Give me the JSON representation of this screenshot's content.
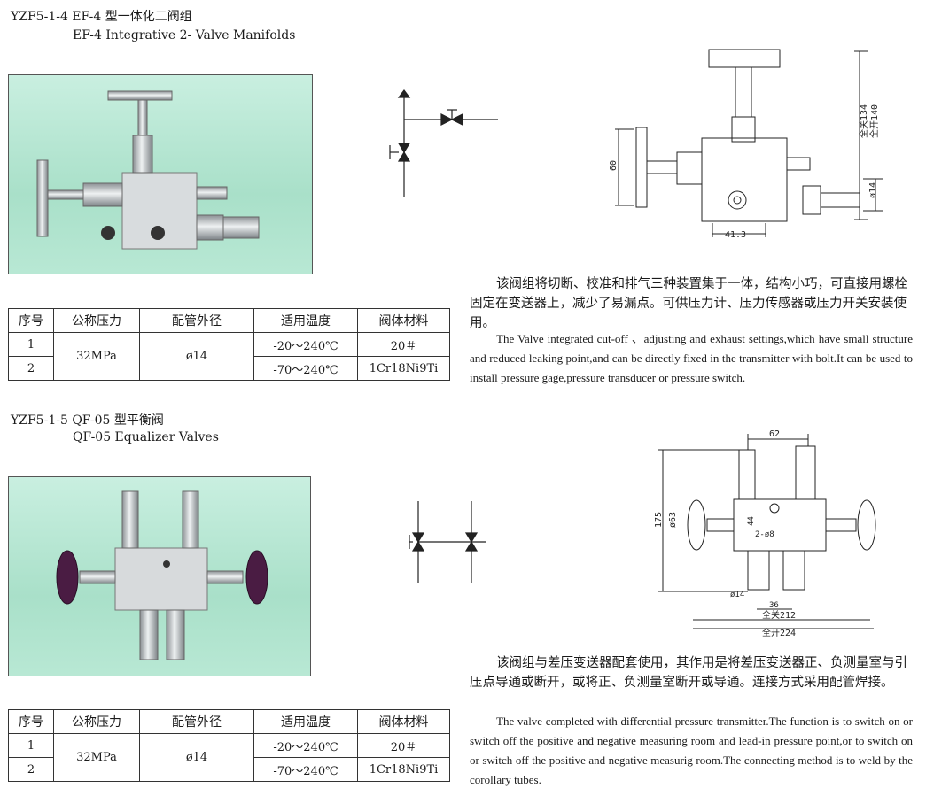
{
  "section1": {
    "title_cn": "YZF5-1-4 EF-4 型一体化二阀组",
    "title_en": "EF-4 Integrative 2- Valve Manifolds",
    "table": {
      "headers": [
        "序号",
        "公称压力",
        "配管外径",
        "适用温度",
        "阀体材料"
      ],
      "rows": [
        {
          "no": "1",
          "temp": "-20～240℃",
          "material": "20＃"
        },
        {
          "no": "2",
          "temp": "-70～240℃",
          "material": "1Cr18Ni9Ti"
        }
      ],
      "pressure": "32MPa",
      "pipe_od": "ø14"
    },
    "drawing": {
      "dim_60": "60",
      "dim_134": "全关134",
      "dim_140": "全开140",
      "dim_d14": "ø14",
      "dim_41_3": "41.3"
    },
    "desc_cn": "该阀组将切断、校准和排气三种装置集于一体，结构小巧，可直接用螺栓固定在变送器上，减少了易漏点。可供压力计、压力传感器或压力开关安装使用。",
    "desc_en": "The Valve integrated cut-off 、adjusting and exhaust settings,which have small structure and reduced leaking point,and can be directly fixed in the transmitter with bolt.It can be used to install pressure gage,pressure transducer or pressure switch."
  },
  "section2": {
    "title_cn": "YZF5-1-5 QF-05 型平衡阀",
    "title_en": "QF-05 Equalizer Valves",
    "table": {
      "headers": [
        "序号",
        "公称压力",
        "配管外径",
        "适用温度",
        "阀体材料"
      ],
      "rows": [
        {
          "no": "1",
          "temp": "-20～240℃",
          "material": "20＃"
        },
        {
          "no": "2",
          "temp": "-70～240℃",
          "material": "1Cr18Ni9Ti"
        }
      ],
      "pressure": "32MPa",
      "pipe_od": "ø14"
    },
    "drawing": {
      "dim_62": "62",
      "dim_175": "175",
      "dim_d63": "ø63",
      "dim_44": "44",
      "dim_d8": "2-ø8",
      "dim_d14": "ø14",
      "dim_36": "36",
      "dim_212": "全关212",
      "dim_224": "全开224"
    },
    "desc_cn": "该阀组与差压变送器配套使用，其作用是将差压变送器正、负测量室与引压点导通或断开，或将正、负测量室断开或导通。连接方式采用配管焊接。",
    "desc_en": "The valve completed with differential pressure transmitter.The function is to switch on or switch off the positive and negative measuring room and lead-in pressure point,or to switch on or switch off the positive and negative measurig room.The connecting method is to weld by the corollary tubes."
  }
}
